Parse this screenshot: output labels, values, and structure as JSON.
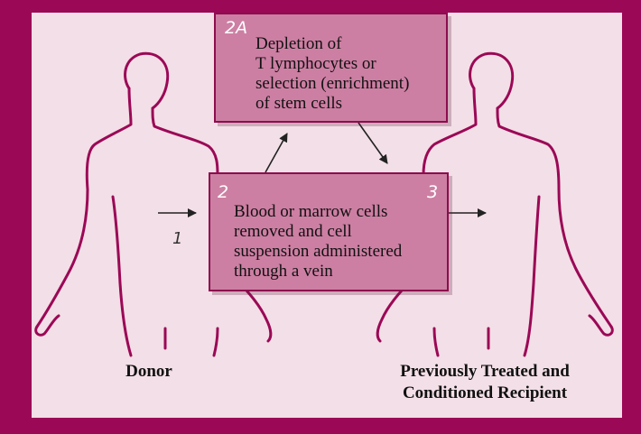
{
  "colors": {
    "frame": "#9b0856",
    "background": "#f3dfe7",
    "box_fill": "#cd7fa3",
    "outline": "#8c0d4e"
  },
  "box_2a": {
    "number": "2A",
    "text": "Depletion of\nT lymphocytes or\nselection (enrichment)\nof stem cells"
  },
  "box_2": {
    "number_left": "2",
    "number_right": "3",
    "text": "Blood or marrow cells\nremoved and cell\nsuspension administered\nthrough a vein"
  },
  "step_1_label": "1",
  "donor_label": "Donor",
  "recipient_label": "Previously Treated and\nConditioned Recipient",
  "icons": [
    "donor-silhouette-icon",
    "recipient-silhouette-icon",
    "arrow-icon"
  ]
}
